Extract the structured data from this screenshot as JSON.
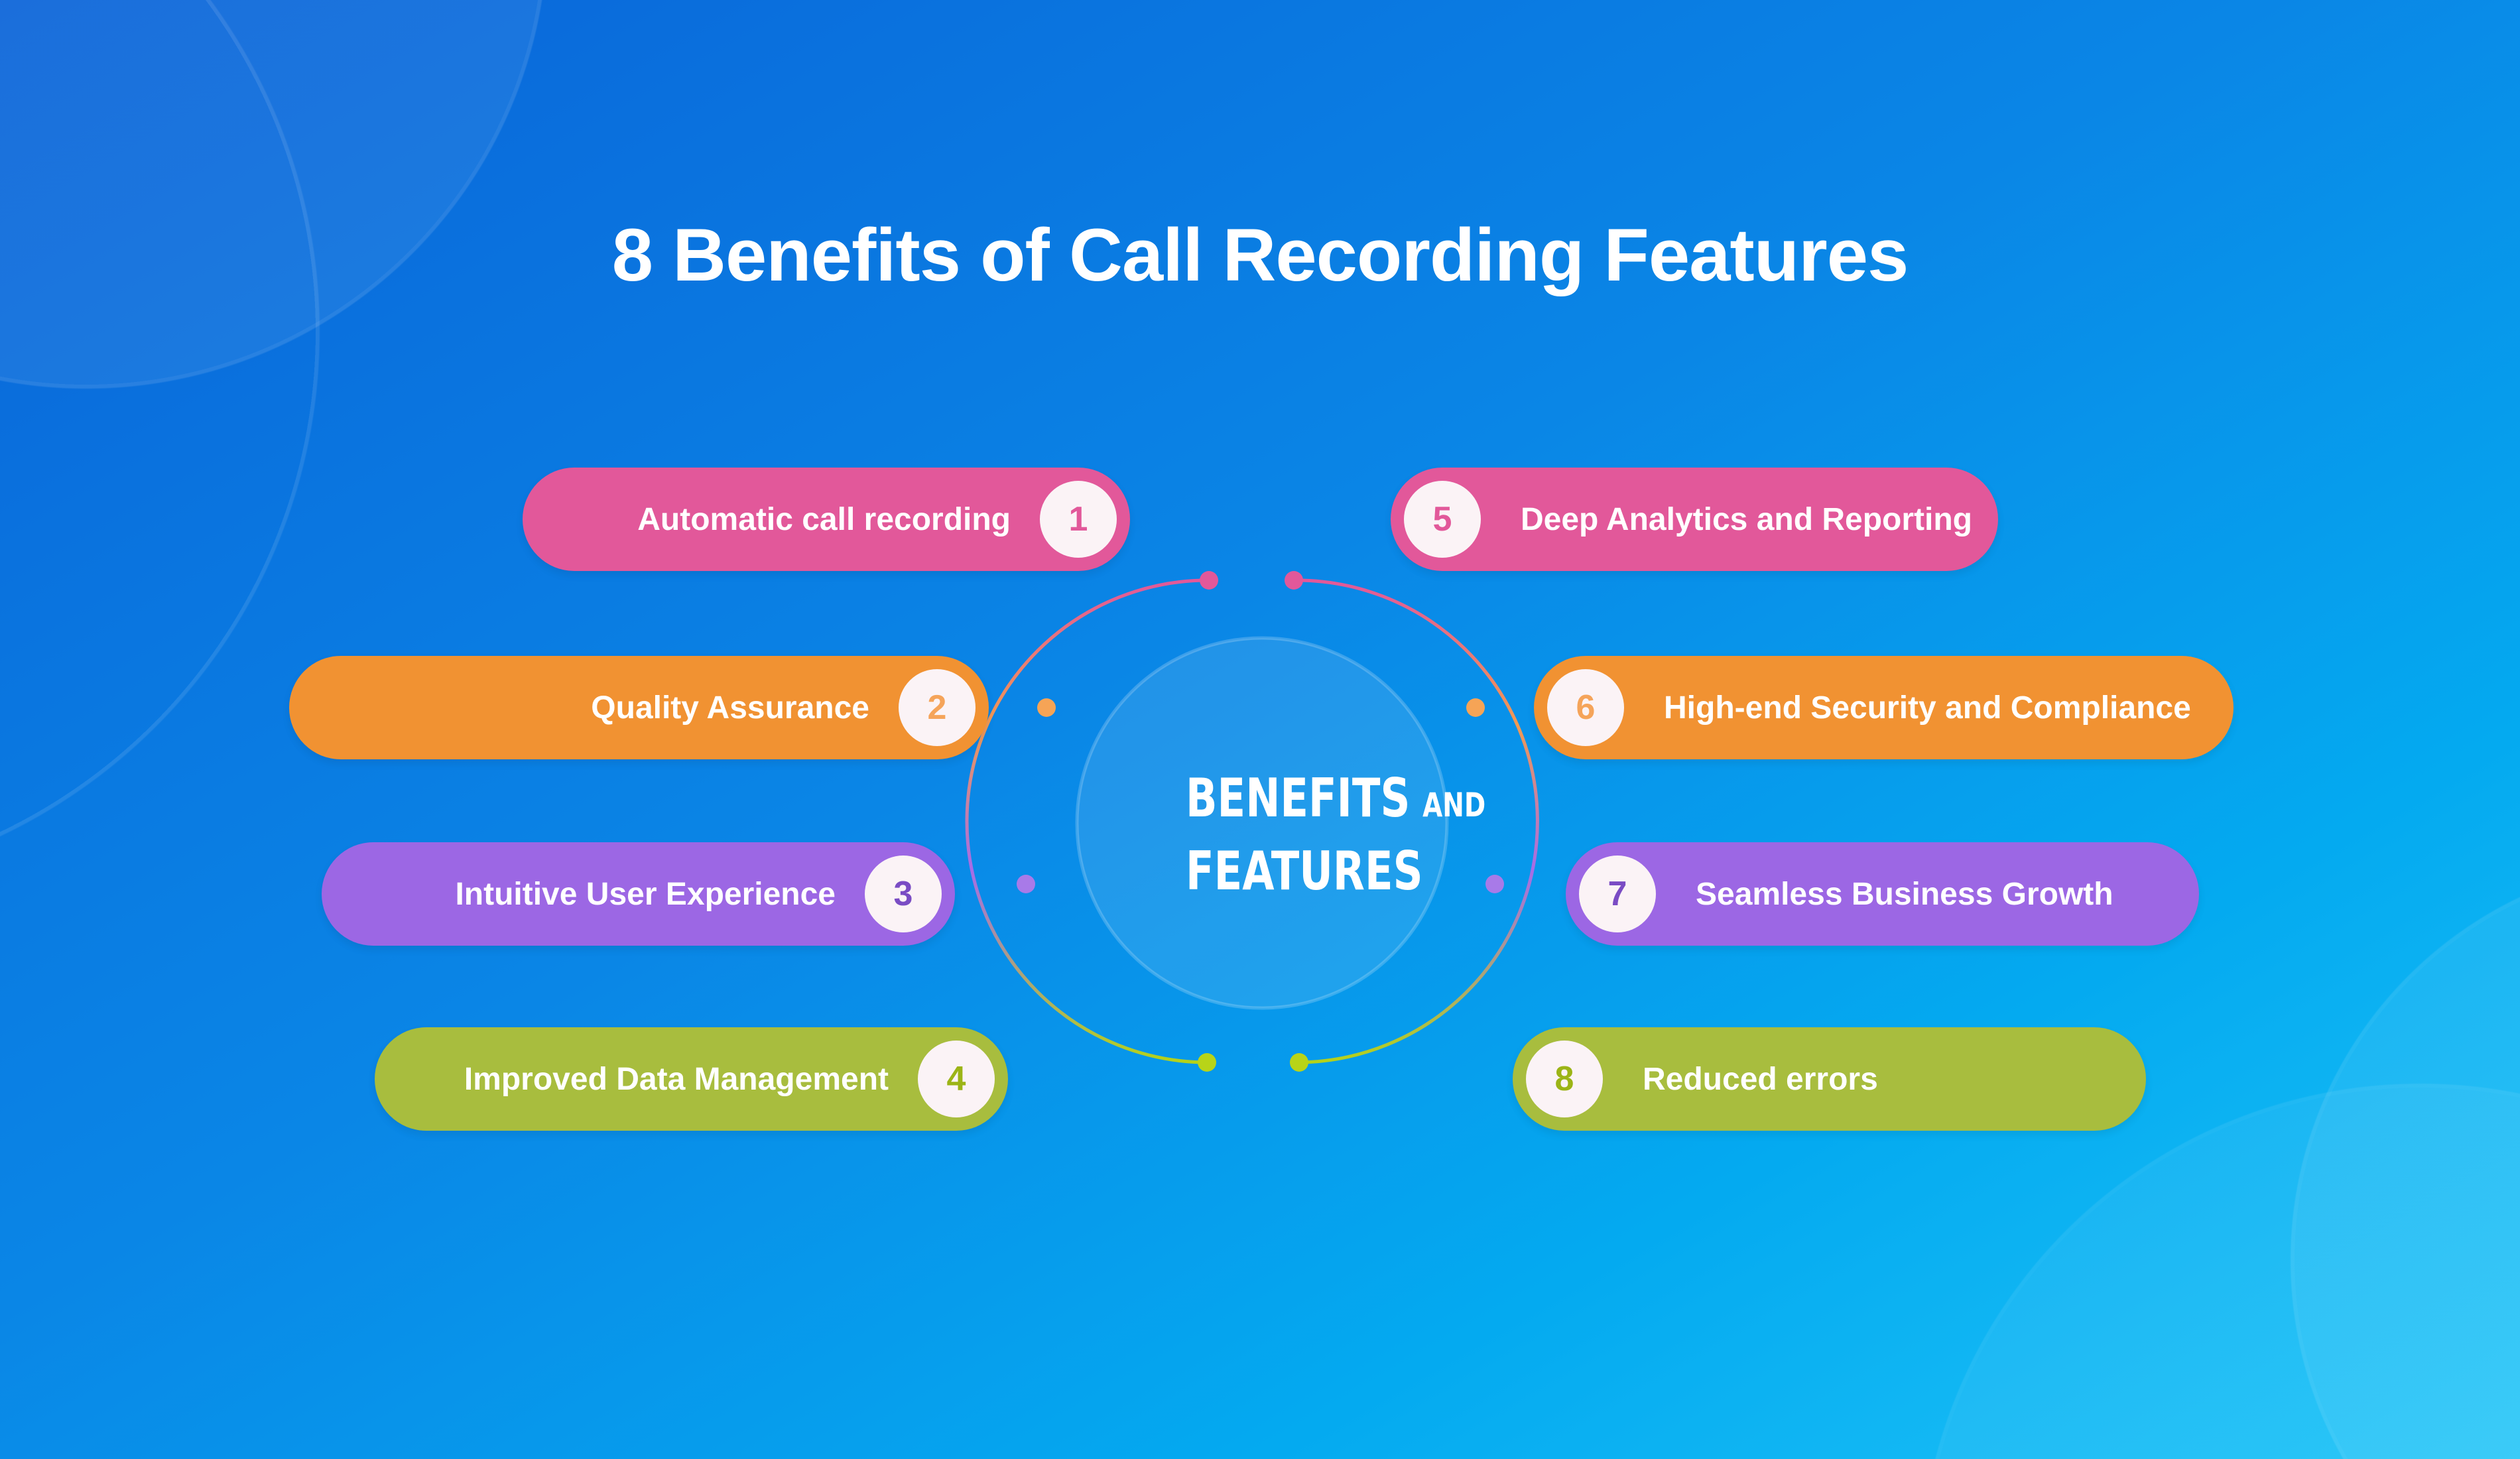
{
  "title": "8 Benefits of Call Recording Features",
  "center": {
    "line1": "BENEFITS",
    "and": "AND",
    "line2": "FEATURES"
  },
  "colors": {
    "pink": "#e2589a",
    "orange": "#f19232",
    "purple": "#9c67e4",
    "green": "#a8bd3e",
    "background": "#0a86e6"
  },
  "benefits": [
    {
      "number": "1",
      "label": "Automatic call recording"
    },
    {
      "number": "2",
      "label": "Quality Assurance"
    },
    {
      "number": "3",
      "label": "Intuitive User Experience"
    },
    {
      "number": "4",
      "label": "Improved Data Management"
    },
    {
      "number": "5",
      "label": "Deep Analytics and Reporting"
    },
    {
      "number": "6",
      "label": "High-end Security and Compliance"
    },
    {
      "number": "7",
      "label": "Seamless Business Growth"
    },
    {
      "number": "8",
      "label": "Reduced errors"
    }
  ]
}
